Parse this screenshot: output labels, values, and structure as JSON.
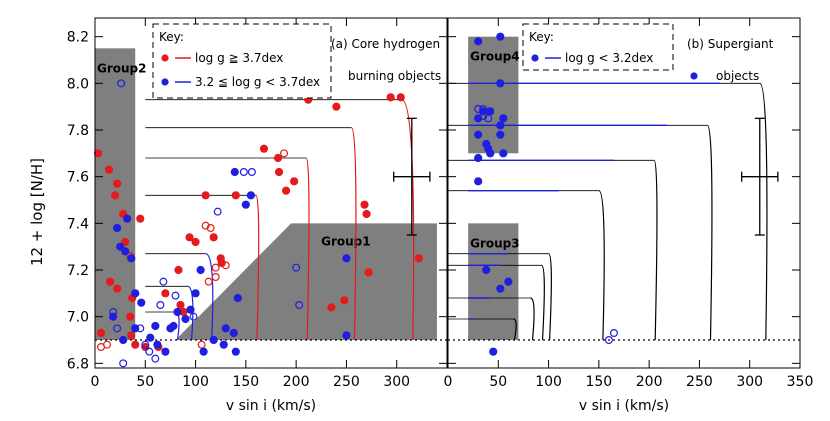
{
  "chart_data": [
    {
      "type": "scatter",
      "panel_label": "(a) Core hydrogen",
      "panel_label_2": "burning objects",
      "xlabel": "v sin i (km/s)",
      "ylabel": "12 + log [N/H]",
      "xlim": [
        0,
        350
      ],
      "ylim": [
        6.78,
        8.28
      ],
      "xticks": [
        "0",
        "50",
        "100",
        "150",
        "200",
        "250",
        "300"
      ],
      "yticks": [
        "6.8",
        "7.0",
        "7.2",
        "7.4",
        "7.6",
        "7.8",
        "8.0",
        "8.2"
      ],
      "key_title": "Key:",
      "legend": [
        "log g ≧ 3.7dex",
        "3.2 ≦ log g < 3.7dex"
      ],
      "colors": {
        "high_logg": "#e41a1c",
        "low_logg": "#1f1fe0",
        "region": "#7f7f7f"
      },
      "regions": [
        {
          "label": "Group2",
          "x": [
            0,
            40
          ],
          "y": [
            6.9,
            8.15
          ]
        },
        {
          "label": "Group1",
          "polygon": [
            [
              80,
              6.9
            ],
            [
              340,
              6.9
            ],
            [
              340,
              7.4
            ],
            [
              195,
              7.4
            ]
          ]
        }
      ],
      "detection_limit": 6.9,
      "error_bar": {
        "x": 315,
        "y": 7.6,
        "xerr": 18,
        "yerr": 0.25
      },
      "series": [
        {
          "key": "high_logg",
          "filled": [
            [
              3,
              7.7
            ],
            [
              14,
              7.63
            ],
            [
              20,
              7.52
            ],
            [
              22,
              7.57
            ],
            [
              28,
              7.44
            ],
            [
              30,
              7.32
            ],
            [
              22,
              7.12
            ],
            [
              15,
              7.15
            ],
            [
              6,
              6.93
            ],
            [
              35,
              7.0
            ],
            [
              37,
              7.08
            ],
            [
              36,
              6.92
            ],
            [
              40,
              6.88
            ],
            [
              45,
              7.42
            ],
            [
              50,
              6.87
            ],
            [
              63,
              6.87
            ],
            [
              70,
              7.1
            ],
            [
              83,
              7.2
            ],
            [
              85,
              7.05
            ],
            [
              88,
              7.02
            ],
            [
              94,
              7.34
            ],
            [
              100,
              7.32
            ],
            [
              110,
              7.52
            ],
            [
              118,
              7.34
            ],
            [
              125,
              7.25
            ],
            [
              126,
              7.23
            ],
            [
              140,
              7.52
            ],
            [
              168,
              7.72
            ],
            [
              182,
              7.68
            ],
            [
              183,
              7.62
            ],
            [
              190,
              7.54
            ],
            [
              198,
              7.58
            ],
            [
              212,
              7.93
            ],
            [
              235,
              7.04
            ],
            [
              240,
              7.9
            ],
            [
              248,
              7.07
            ],
            [
              268,
              7.48
            ],
            [
              270,
              7.44
            ],
            [
              272,
              7.19
            ],
            [
              294,
              7.94
            ],
            [
              304,
              7.94
            ],
            [
              322,
              7.25
            ]
          ],
          "open": [
            [
              12,
              6.88
            ],
            [
              6,
              6.87
            ],
            [
              35,
              7.26
            ],
            [
              40,
              7.1
            ],
            [
              106,
              6.88
            ],
            [
              120,
              7.21
            ],
            [
              130,
              7.22
            ],
            [
              113,
              7.15
            ],
            [
              188,
              7.7
            ],
            [
              115,
              7.38
            ],
            [
              110,
              7.39
            ],
            [
              120,
              7.17
            ]
          ]
        },
        {
          "key": "low_logg",
          "filled": [
            [
              22,
              7.38
            ],
            [
              25,
              7.3
            ],
            [
              30,
              7.28
            ],
            [
              32,
              7.42
            ],
            [
              36,
              7.25
            ],
            [
              40,
              7.1
            ],
            [
              18,
              7.0
            ],
            [
              28,
              6.9
            ],
            [
              40,
              6.95
            ],
            [
              46,
              7.06
            ],
            [
              55,
              6.91
            ],
            [
              60,
              6.96
            ],
            [
              62,
              6.88
            ],
            [
              70,
              6.85
            ],
            [
              75,
              6.95
            ],
            [
              78,
              6.96
            ],
            [
              82,
              7.02
            ],
            [
              90,
              6.99
            ],
            [
              95,
              7.03
            ],
            [
              100,
              7.1
            ],
            [
              105,
              7.2
            ],
            [
              108,
              6.85
            ],
            [
              118,
              6.9
            ],
            [
              128,
              6.88
            ],
            [
              130,
              6.95
            ],
            [
              138,
              6.93
            ],
            [
              140,
              6.85
            ],
            [
              142,
              7.08
            ],
            [
              150,
              7.48
            ],
            [
              155,
              7.52
            ],
            [
              139,
              7.62
            ],
            [
              250,
              7.25
            ],
            [
              250,
              6.92
            ]
          ],
          "open": [
            [
              26,
              8.0
            ],
            [
              18,
              7.02
            ],
            [
              22,
              6.95
            ],
            [
              28,
              6.8
            ],
            [
              45,
              6.95
            ],
            [
              50,
              6.88
            ],
            [
              54,
              6.85
            ],
            [
              60,
              6.82
            ],
            [
              65,
              7.05
            ],
            [
              68,
              7.15
            ],
            [
              80,
              7.09
            ],
            [
              98,
              7.0
            ],
            [
              122,
              7.45
            ],
            [
              148,
              7.62
            ],
            [
              156,
              7.62
            ],
            [
              200,
              7.21
            ],
            [
              203,
              7.05
            ]
          ]
        }
      ]
    },
    {
      "type": "scatter",
      "panel_label": "(b) Supergiant",
      "panel_label_2": "objects",
      "xlabel": "v sin i (km/s)",
      "xlim": [
        0,
        350
      ],
      "ylim": [
        6.78,
        8.28
      ],
      "xticks": [
        "0",
        "50",
        "100",
        "150",
        "200",
        "250",
        "300",
        "350"
      ],
      "key_title": "Key:",
      "legend": [
        "log g < 3.2dex"
      ],
      "regions": [
        {
          "label": "Group4",
          "x": [
            20,
            70
          ],
          "y": [
            7.7,
            8.2
          ]
        },
        {
          "label": "Group3",
          "x": [
            20,
            70
          ],
          "y": [
            6.9,
            7.4
          ]
        }
      ],
      "detection_limit": 6.9,
      "error_bar": {
        "x": 310,
        "y": 7.6,
        "xerr": 18,
        "yerr": 0.25
      },
      "series": [
        {
          "key": "low_logg",
          "filled": [
            [
              30,
              8.18
            ],
            [
              52,
              8.2
            ],
            [
              52,
              8.0
            ],
            [
              30,
              7.85
            ],
            [
              35,
              7.88
            ],
            [
              42,
              7.88
            ],
            [
              52,
              7.82
            ],
            [
              55,
              7.85
            ],
            [
              30,
              7.78
            ],
            [
              38,
              7.74
            ],
            [
              52,
              7.78
            ],
            [
              42,
              7.7
            ],
            [
              55,
              7.7
            ],
            [
              30,
              7.68
            ],
            [
              40,
              7.72
            ],
            [
              30,
              7.58
            ],
            [
              60,
              7.15
            ],
            [
              52,
              7.12
            ],
            [
              38,
              7.2
            ],
            [
              45,
              6.85
            ]
          ],
          "open": [
            [
              30,
              7.89
            ],
            [
              35,
              7.89
            ],
            [
              40,
              7.85
            ],
            [
              35,
              7.86
            ],
            [
              160,
              6.9
            ],
            [
              165,
              6.93
            ]
          ]
        }
      ]
    }
  ]
}
